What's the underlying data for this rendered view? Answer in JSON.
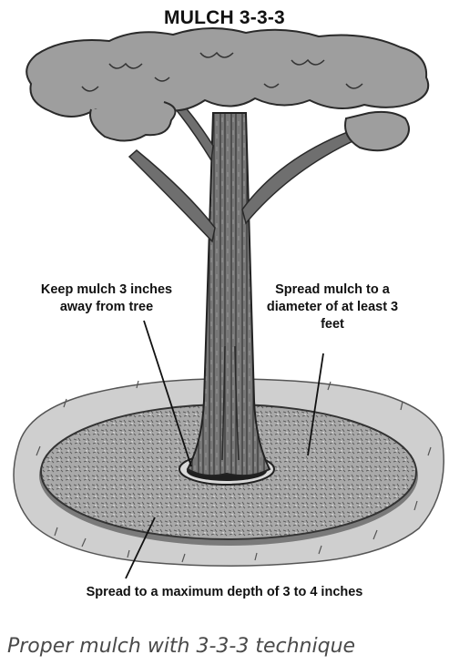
{
  "title": "MULCH 3-3-3",
  "annotations": {
    "keep_away": "Keep mulch 3 inches away from tree",
    "diameter": "Spread mulch to a diameter of at least 3 feet",
    "depth": "Spread to a maximum depth of 3 to 4 inches"
  },
  "caption": "Proper mulch with 3-3-3 technique"
}
